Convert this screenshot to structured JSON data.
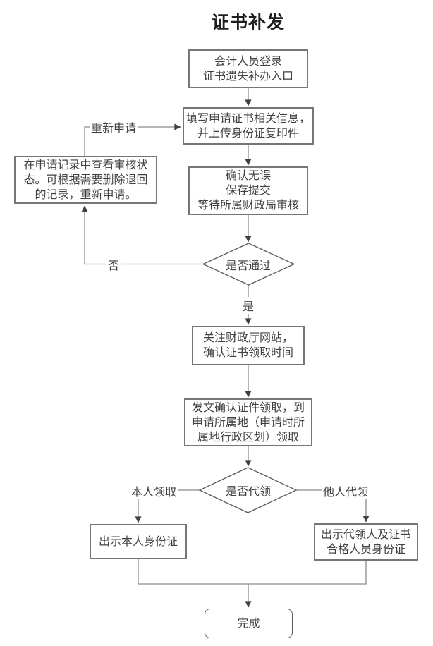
{
  "title": "证书补发",
  "colors": {
    "background": "#ffffff",
    "node_border": "#767676",
    "diamond_border": "#595959",
    "connector_line": "#8c8c8c",
    "arrowhead": "#404040",
    "text": "#404040",
    "title_text": "#1f1f1f"
  },
  "nodes": {
    "login": "会计人员登录\n证书遗失补办入口",
    "fill_info": "填写申请证书相关信息，\n并上传身份证复印件",
    "confirm_submit": "确认无误\n保存提交\n等待所属财政局审核",
    "review_records": "在申请记录中查看审核状\n态。可根据需要删除退回\n的记录，重新申请。",
    "approved_decision": "是否通过",
    "watch_website": "关注财政厅网站，\n确认证书领取时间",
    "pickup_notice": "发文确认证件领取，到\n申请所属地（申请时所\n属地行政区划）领取",
    "proxy_decision": "是否代领",
    "show_own_id": "出示本人身份证",
    "show_proxy_id": "出示代领人及证书\n合格人员身份证",
    "done": "完成"
  },
  "edge_labels": {
    "reapply": "重新申请",
    "no": "否",
    "yes": "是",
    "self_pickup": "本人领取",
    "proxy_pickup": "他人代领"
  }
}
